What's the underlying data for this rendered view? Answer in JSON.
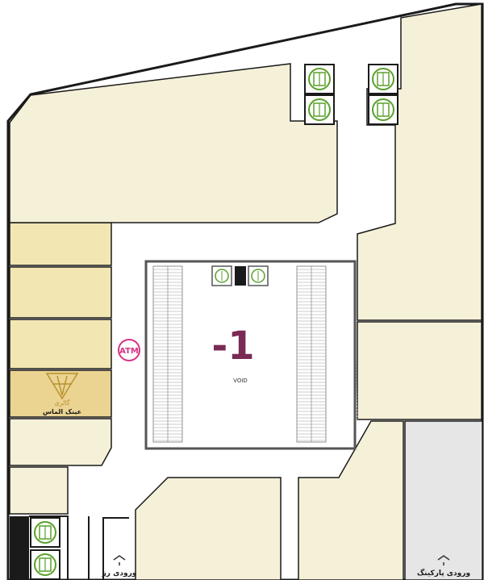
{
  "floor_label": "-1",
  "void_label": "VOID",
  "atm_label": "ATM",
  "shop_name": "عینک الماس",
  "shop_logo_text": "گالری",
  "entrances": {
    "rz": "ورودی رز",
    "parking": "ورودی پارکینگ"
  },
  "colors": {
    "shop": "#f5f0d8",
    "shop_yellow": "#f2e6b3",
    "highlight": "#ebd392",
    "parking": "#e6e6e6",
    "wall": "#1a1a1a",
    "floor_text": "#7a2a55",
    "atm": "#d63384",
    "elevator": "#5aa02c",
    "gold": "#b8922f"
  }
}
